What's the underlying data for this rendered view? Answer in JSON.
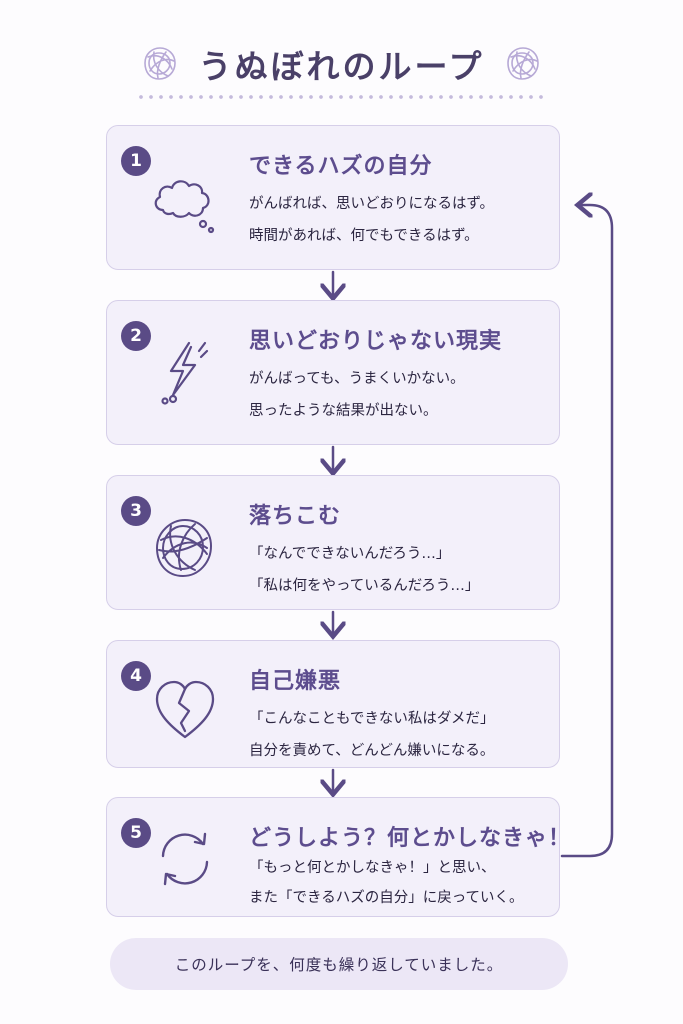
{
  "title": "うぬぼれのループ",
  "steps": [
    {
      "number": "1",
      "icon": "thought-cloud-icon",
      "title": "できるハズの自分",
      "line1": "がんばれば、思いどおりになるはず。",
      "line2": "時間があれば、何でもできるはず。"
    },
    {
      "number": "2",
      "icon": "lightning-bolt-icon",
      "title": "思いどおりじゃない現実",
      "line1": "がんばっても、うまくいかない。",
      "line2": "思ったような結果が出ない。"
    },
    {
      "number": "3",
      "icon": "tangled-scribble-icon",
      "title": "落ちこむ",
      "line1": "「なんでできないんだろう…」",
      "line2": "「私は何をやっているんだろう…」"
    },
    {
      "number": "4",
      "icon": "broken-heart-icon",
      "title": "自己嫌悪",
      "line1": "「こんなこともできない私はダメだ」",
      "line2": "自分を責めて、どんどん嫌いになる。"
    },
    {
      "number": "5",
      "icon": "refresh-cycle-icon",
      "title": "どうしよう？何とかしなきゃ！",
      "line1": "「もっと何とかしなきゃ！」と思い、",
      "line2": "また「できるハズの自分」に戻っていく。"
    }
  ],
  "footer": "このループを、何度も繰り返していました。",
  "colors": {
    "accent": "#5a4b86",
    "card_bg": "#f3f0fa",
    "card_border": "#d6cfe9",
    "title": "#4a4068"
  }
}
